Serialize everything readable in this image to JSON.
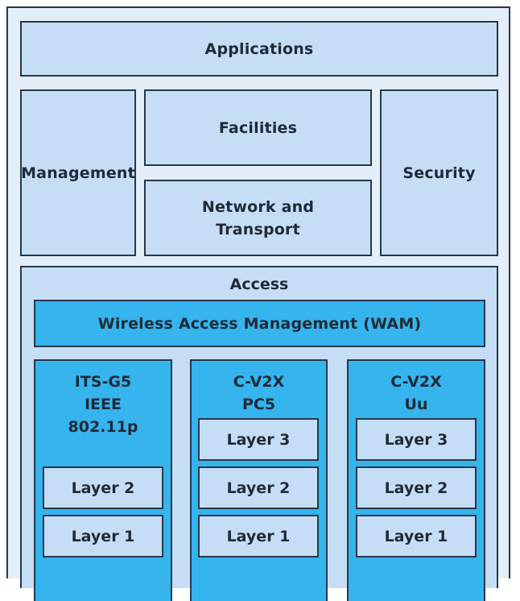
{
  "diagram": {
    "applications": "Applications",
    "management": "Management",
    "facilities": "Facilities",
    "network_line1": "Network and",
    "network_line2": "Transport",
    "security": "Security",
    "access": "Access",
    "wam": "Wireless Access Management (WAM)",
    "stacks": [
      {
        "title_lines": [
          "ITS-G5",
          "IEEE",
          "802.11p"
        ],
        "layers": [
          "Layer 2",
          "Layer 1"
        ]
      },
      {
        "title_lines": [
          "C-V2X",
          "PC5"
        ],
        "layers": [
          "Layer 3",
          "Layer 2",
          "Layer 1"
        ]
      },
      {
        "title_lines": [
          "C-V2X",
          "Uu"
        ],
        "layers": [
          "Layer 3",
          "Layer 2",
          "Layer 1"
        ]
      }
    ]
  },
  "colors": {
    "frame_bg": "#e3eef8",
    "box_bg": "#c6def5",
    "highlight_bg": "#35b4ee",
    "border": "#27384a"
  }
}
